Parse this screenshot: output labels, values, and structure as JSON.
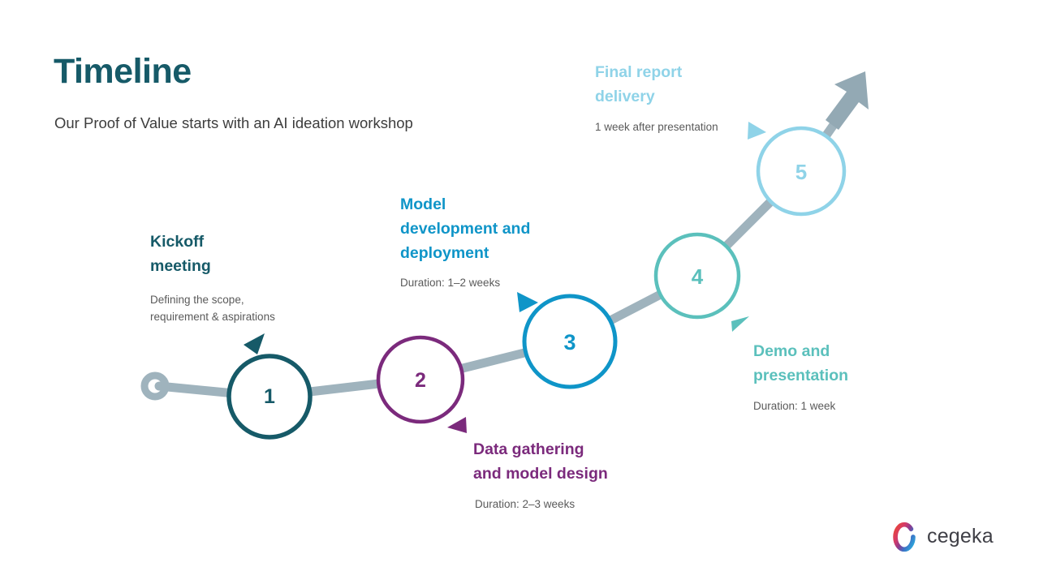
{
  "header": {
    "title": "Timeline",
    "subtitle": "Our Proof of Value starts with an AI ideation workshop"
  },
  "brand": {
    "name": "cegeka",
    "logo_icon": "cegeka-swirl-icon",
    "colors": {
      "title_teal": "#165a68",
      "path_gray": "#9fb3bd",
      "step1": "#165a68",
      "step2": "#7b2a7c",
      "step3": "#0f95c8",
      "step4": "#5bc0bc",
      "step5": "#8fd3e8",
      "caption_gray": "#5a5a5a"
    }
  },
  "timeline": {
    "start_marker": "start-dot",
    "end_marker": "arrow-up-right",
    "milestones": [
      {
        "number": "1",
        "title": "Kickoff\nmeeting",
        "description": "Defining the scope,\nrequirement & aspirations",
        "color": "#165a68"
      },
      {
        "number": "2",
        "title": "Data gathering\nand model design",
        "description": "Duration: 2–3 weeks",
        "color": "#7b2a7c"
      },
      {
        "number": "3",
        "title": "Model\ndevelopment and\ndeployment",
        "description": "Duration: 1–2 weeks",
        "color": "#0f95c8"
      },
      {
        "number": "4",
        "title": "Demo and\npresentation",
        "description": "Duration: 1 week",
        "color": "#5bc0bc"
      },
      {
        "number": "5",
        "title": "Final report\ndelivery",
        "description": "1 week after presentation",
        "color": "#8fd3e8"
      }
    ]
  },
  "chart_data": {
    "type": "diagram",
    "title": "Timeline",
    "steps": [
      {
        "step": 1,
        "label": "Kickoff meeting",
        "detail": "Defining the scope, requirement & aspirations",
        "duration": null
      },
      {
        "step": 2,
        "label": "Data gathering and model design",
        "detail": "Duration: 2–3 weeks",
        "duration": "2–3 weeks"
      },
      {
        "step": 3,
        "label": "Model development and deployment",
        "detail": "Duration: 1–2 weeks",
        "duration": "1–2 weeks"
      },
      {
        "step": 4,
        "label": "Demo and presentation",
        "detail": "Duration: 1 week",
        "duration": "1 week"
      },
      {
        "step": 5,
        "label": "Final report delivery",
        "detail": "1 week after presentation",
        "duration": "1 week after presentation"
      }
    ]
  }
}
